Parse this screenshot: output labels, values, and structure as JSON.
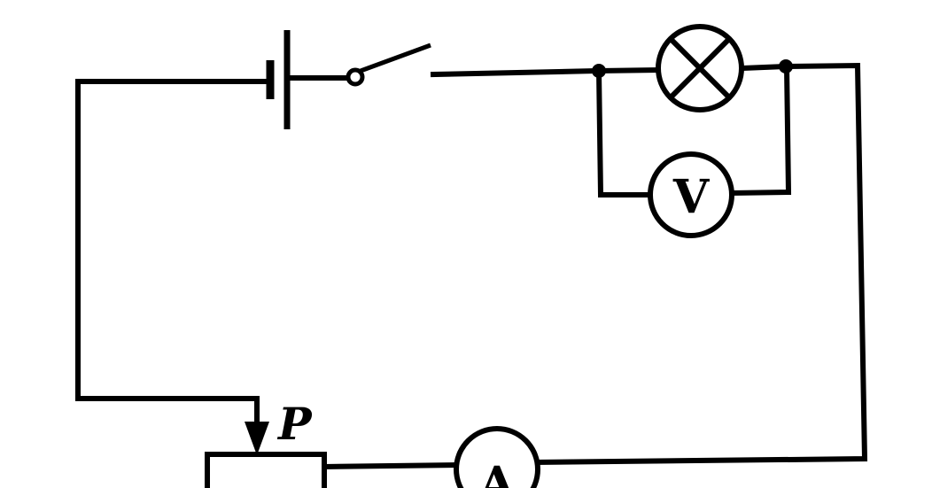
{
  "diagram": {
    "voltmeter_label": "V",
    "ammeter_label": "A",
    "slider_label": "P"
  },
  "colors": {
    "ink": "#000000",
    "paper": "#ffffff"
  }
}
